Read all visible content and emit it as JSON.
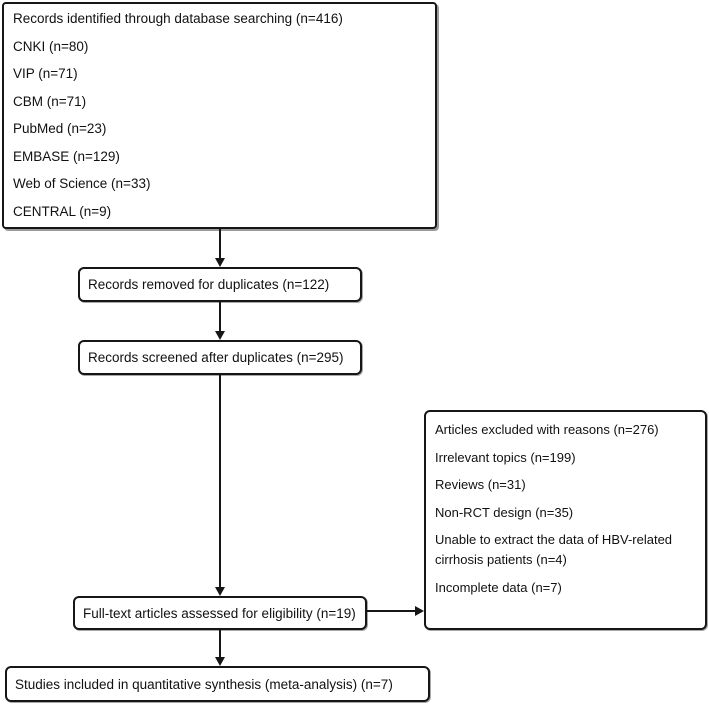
{
  "colors": {
    "background": "#ffffff",
    "border": "#161616",
    "text": "#111111",
    "shadow": "#9b9b9b"
  },
  "flow": {
    "identification": {
      "title": "Records identified through database searching (n=416)",
      "sources": [
        "CNKI (n=80)",
        "VIP (n=71)",
        "CBM (n=71)",
        "PubMed (n=23)",
        "EMBASE (n=129)",
        "Web of Science (n=33)",
        "CENTRAL (n=9)"
      ]
    },
    "duplicates_removed": {
      "label": "Records removed for duplicates (n=122)"
    },
    "screened": {
      "label": "Records screened after duplicates (n=295)"
    },
    "excluded": {
      "title": "Articles excluded with reasons (n=276)",
      "reasons": [
        "Irrelevant topics (n=199)",
        "Reviews (n=31)",
        "Non-RCT design (n=35)",
        "Unable to extract the data of HBV-related cirrhosis patients (n=4)",
        "Incomplete data (n=7)"
      ]
    },
    "full_text": {
      "label": "Full-text articles assessed for eligibility (n=19)"
    },
    "included": {
      "label": "Studies included in quantitative synthesis (meta-analysis) (n=7)"
    }
  }
}
